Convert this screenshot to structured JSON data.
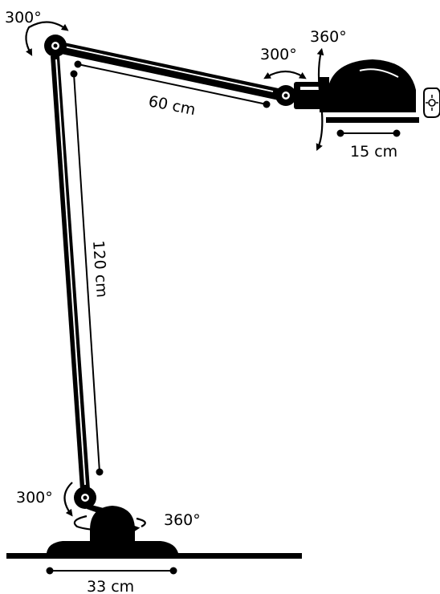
{
  "labels": {
    "top_left_rotation": "300°",
    "head_rotation": "300°",
    "head_swivel": "360°",
    "base_rotation": "300°",
    "base_swivel": "360°",
    "upper_arm_length": "60 cm",
    "lower_arm_length": "120 cm",
    "shade_width": "15 cm",
    "base_width": "33 cm"
  },
  "bulb_icon": "light-bulb-icon",
  "colors": {
    "ink": "#000000",
    "background": "#ffffff"
  }
}
